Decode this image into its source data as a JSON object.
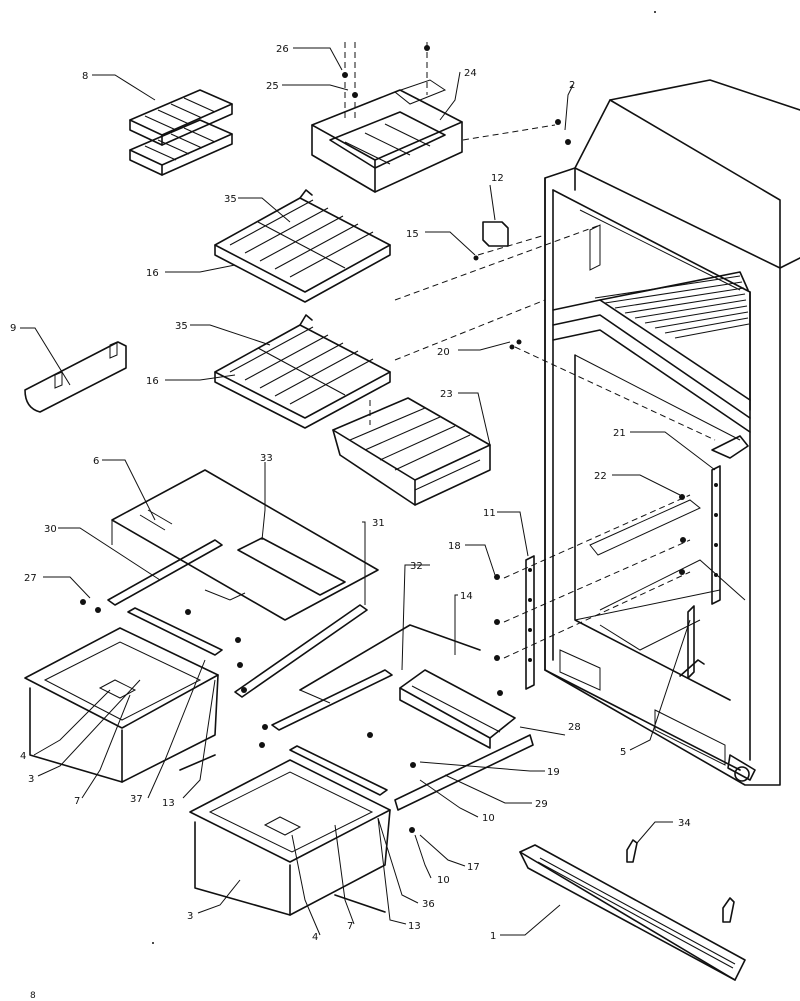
{
  "callouts": {
    "c1": "1",
    "c2": "2",
    "c3a": "3",
    "c3b": "3",
    "c4a": "4",
    "c4b": "4",
    "c5": "5",
    "c6": "6",
    "c7a": "7",
    "c7b": "7",
    "c8": "8",
    "c9": "9",
    "c10a": "10",
    "c10b": "10",
    "c11": "11",
    "c12": "12",
    "c13a": "13",
    "c13b": "13",
    "c14": "14",
    "c15": "15",
    "c16a": "16",
    "c16b": "16",
    "c17": "17",
    "c18": "18",
    "c19": "19",
    "c20": "20",
    "c21": "21",
    "c22": "22",
    "c23": "23",
    "c24": "24",
    "c25": "25",
    "c26": "26",
    "c27": "27",
    "c28": "28",
    "c29": "29",
    "c30": "30",
    "c31": "31",
    "c32": "32",
    "c33": "33",
    "c34": "34",
    "c35a": "35",
    "c35b": "35",
    "c36": "36",
    "c37": "37"
  },
  "page_number": "8"
}
